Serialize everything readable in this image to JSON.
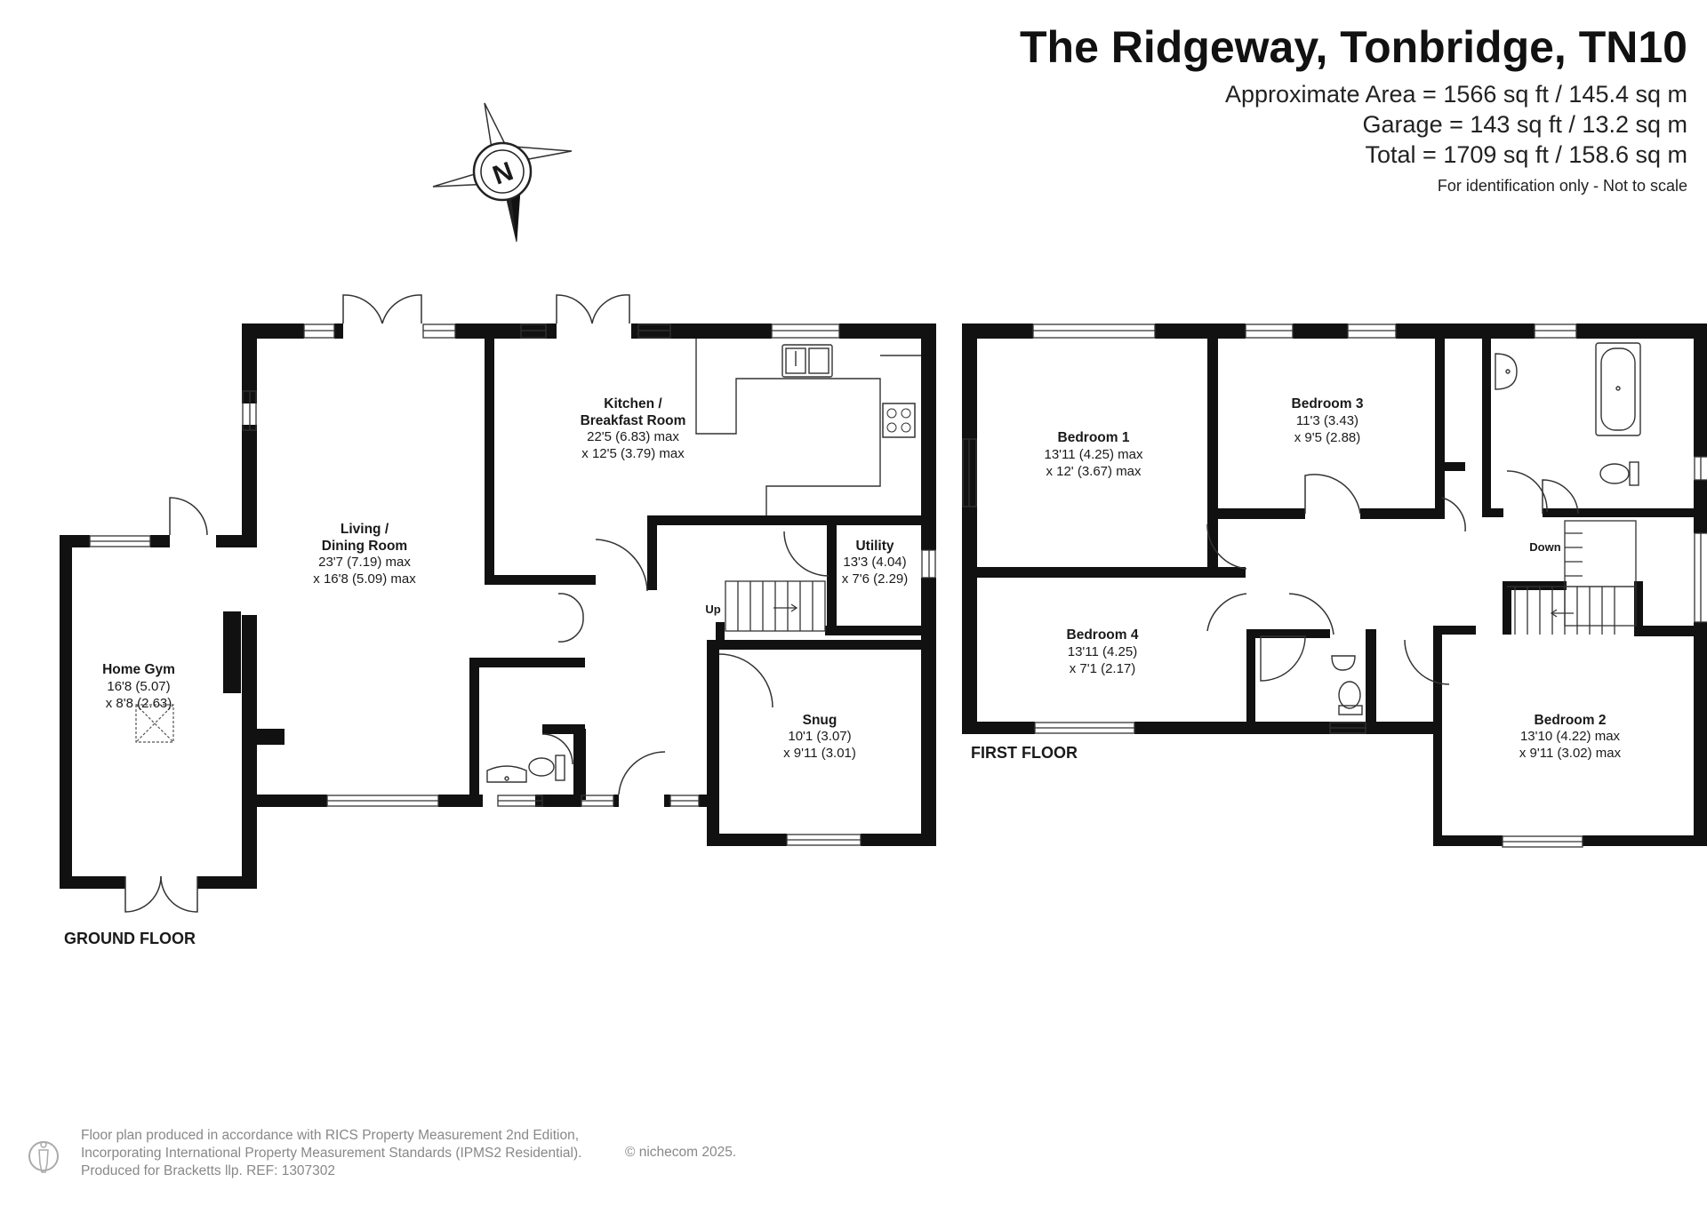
{
  "header": {
    "title": "The Ridgeway, Tonbridge, TN10",
    "area_lines": [
      "Approximate Area = 1566 sq ft / 145.4 sq m",
      "Garage = 143 sq ft / 13.2 sq m",
      "Total = 1709 sq ft / 158.6 sq m"
    ],
    "disclaimer": "For identification only - Not to scale"
  },
  "compass": {
    "letter": "N"
  },
  "ground_floor": {
    "label": "GROUND FLOOR",
    "stairs_label": "Up",
    "rooms": {
      "home_gym": {
        "name": "Home Gym",
        "dims": [
          "16'8 (5.07)",
          "x 8'8 (2.63)"
        ]
      },
      "living": {
        "name": [
          "Living /",
          "Dining Room"
        ],
        "dims": [
          "23'7 (7.19) max",
          "x 16'8 (5.09) max"
        ]
      },
      "kitchen": {
        "name": [
          "Kitchen /",
          "Breakfast Room"
        ],
        "dims": [
          "22'5 (6.83) max",
          "x 12'5 (3.79) max"
        ]
      },
      "utility": {
        "name": "Utility",
        "dims": [
          "13'3 (4.04)",
          "x 7'6 (2.29)"
        ]
      },
      "snug": {
        "name": "Snug",
        "dims": [
          "10'1 (3.07)",
          "x 9'11 (3.01)"
        ]
      }
    }
  },
  "first_floor": {
    "label": "FIRST FLOOR",
    "stairs_label": "Down",
    "rooms": {
      "bedroom1": {
        "name": "Bedroom 1",
        "dims": [
          "13'11 (4.25) max",
          "x 12' (3.67) max"
        ]
      },
      "bedroom3": {
        "name": "Bedroom 3",
        "dims": [
          "11'3 (3.43)",
          "x 9'5 (2.88)"
        ]
      },
      "bedroom4": {
        "name": "Bedroom 4",
        "dims": [
          "13'11 (4.25)",
          "x 7'1 (2.17)"
        ]
      },
      "bedroom2": {
        "name": "Bedroom 2",
        "dims": [
          "13'10 (4.22) max",
          "x 9'11 (3.02) max"
        ]
      }
    }
  },
  "footer": {
    "lines": [
      "Floor plan produced in accordance with RICS Property Measurement 2nd Edition,",
      "Incorporating International Property Measurement Standards (IPMS2 Residential).",
      "Produced for Bracketts llp.   REF:  1307302"
    ],
    "copyright": "© nichecom 2025."
  },
  "colors": {
    "wall": "#111111",
    "text": "#1a1a1a",
    "footer": "#888888"
  }
}
